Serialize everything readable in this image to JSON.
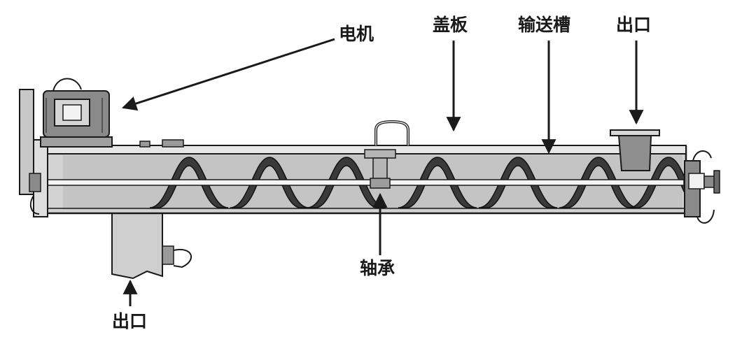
{
  "labels": {
    "motor": "电机",
    "cover_plate": "盖板",
    "conveyor_trough": "输送槽",
    "outlet_top": "出口",
    "bearing": "轴承",
    "outlet_bottom": "出口"
  },
  "colors": {
    "line": "#1a1a1a",
    "trough": "#d2d2d2",
    "trough_dark": "#bdbdbd",
    "flight": "#3a3a3a",
    "motor": "#8a8a8a"
  }
}
